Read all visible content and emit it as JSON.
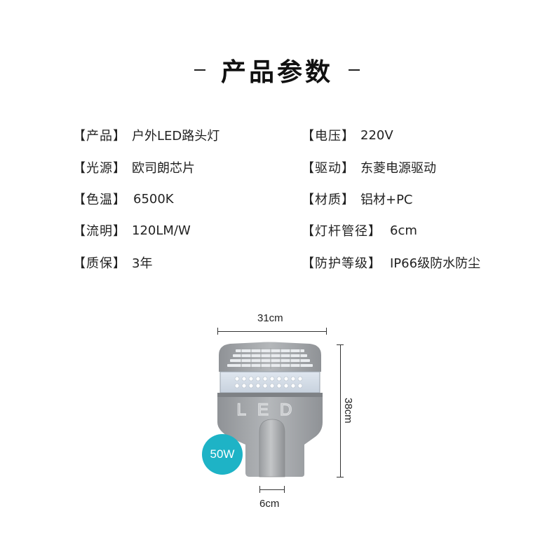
{
  "title": "产品参数",
  "specs_left": [
    {
      "label": "【产品】",
      "value": "户外LED路头灯"
    },
    {
      "label": "【光源】",
      "value": "欧司朗芯片"
    },
    {
      "label": "【色温】",
      "value": "6500K"
    },
    {
      "label": "【流明】",
      "value": "120LM/W"
    },
    {
      "label": "【质保】",
      "value": "3年"
    }
  ],
  "specs_right": [
    {
      "label": "【电压】",
      "value": "220V"
    },
    {
      "label": "【驱动】",
      "value": "东菱电源驱动"
    },
    {
      "label": "【材质】",
      "value": "铝材+PC"
    },
    {
      "label": "【灯杆管径】",
      "value": "6cm"
    },
    {
      "label": "【防护等级】",
      "value": "IP66级防水防尘"
    }
  ],
  "dimensions": {
    "width": "31cm",
    "height": "38cm",
    "pole": "6cm"
  },
  "product": {
    "lamp_text": "LED",
    "power_badge": "50W",
    "badge_color": "#1eb3c6",
    "body_color": "#a6a9ac"
  }
}
